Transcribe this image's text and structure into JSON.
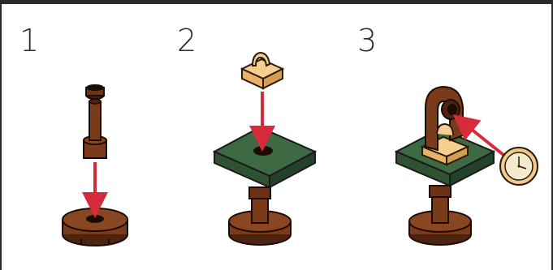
{
  "steps": [
    {
      "number": "1"
    },
    {
      "number": "2"
    },
    {
      "number": "3"
    }
  ],
  "colors": {
    "frame": "#2a2a2a",
    "brick_brown": "#7a3b1a",
    "brick_brown_dark": "#4e2410",
    "plate_green": "#2f5233",
    "plate_green_top": "#3d6a43",
    "tan": "#f0c27a",
    "arrow_red": "#d62b3a",
    "clock_face": "#f4ebcf"
  },
  "icons": [
    "down-arrow-icon",
    "diagonal-arrow-icon",
    "clock-icon"
  ]
}
